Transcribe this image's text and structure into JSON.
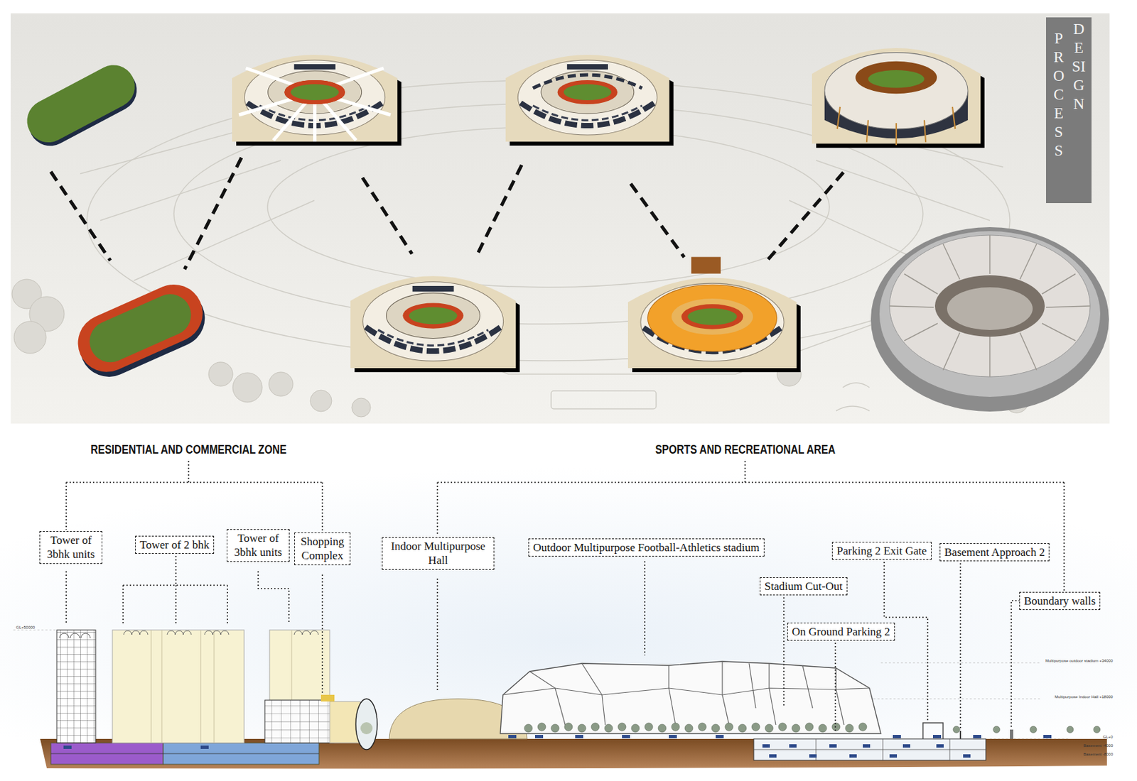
{
  "diagram": {
    "nodes": [
      {
        "text": [
          "PROCESS",
          "DESIGN"
        ]
      },
      {
        "text": [
          "Tower of 3bhk units"
        ]
      },
      {
        "text": [
          "Tower of 2 bhk"
        ]
      },
      {
        "text": [
          "Tower of 3bhk units"
        ]
      },
      {
        "text": [
          "Shopping Complex"
        ]
      },
      {
        "text": [
          "Indoor Multipurpose Hall"
        ]
      },
      {
        "text": [
          "Outdoor Multipurpose Football-Athletics stadium"
        ]
      },
      {
        "text": [
          "Stadium Cut-Out"
        ]
      },
      {
        "text": [
          "On Ground Parking 2"
        ]
      },
      {
        "text": [
          "Parking 2 Exit Gate"
        ]
      },
      {
        "text": [
          "Basement Approach 2"
        ]
      },
      {
        "text": [
          "Boundary walls"
        ]
      }
    ],
    "labels": [
      "RESIDENTIAL AND COMMERCIAL ZONE",
      "SPORTS AND RECREATIONAL AREA",
      "GL+50000",
      "Multipurpose outdoor stadium +34000",
      "Multipurpose Indoor Hall +18000",
      "GL+0",
      "Basement -4000",
      "Basement -8000"
    ]
  }
}
